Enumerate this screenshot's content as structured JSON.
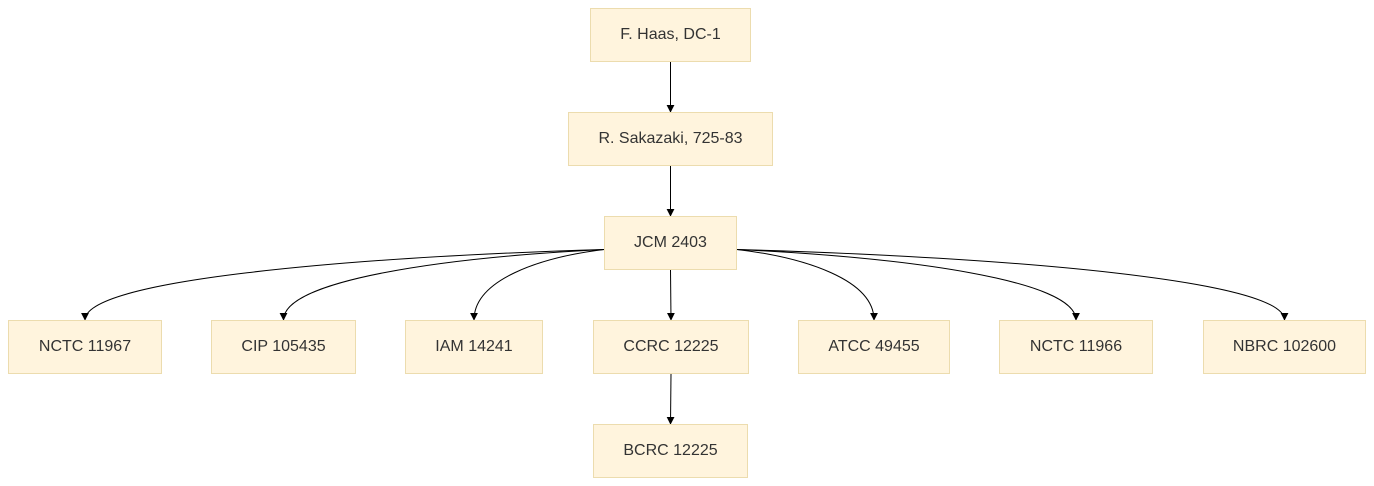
{
  "diagram": {
    "type": "flowchart",
    "colors": {
      "node_fill": "#fff4dd",
      "node_border": "#ecdcae",
      "edge": "#000000",
      "text": "#333333"
    },
    "nodes": {
      "haas": "F. Haas, DC-1",
      "sakazaki": "R. Sakazaki, 725-83",
      "jcm": "JCM 2403",
      "nctc11967": "NCTC 11967",
      "cip": "CIP 105435",
      "iam": "IAM 14241",
      "ccrc": "CCRC 12225",
      "atcc": "ATCC 49455",
      "nctc11966": "NCTC 11966",
      "nbrc": "NBRC 102600",
      "bcrc": "BCRC 12225"
    },
    "edges": [
      [
        "haas",
        "sakazaki"
      ],
      [
        "sakazaki",
        "jcm"
      ],
      [
        "jcm",
        "nctc11967"
      ],
      [
        "jcm",
        "cip"
      ],
      [
        "jcm",
        "iam"
      ],
      [
        "jcm",
        "ccrc"
      ],
      [
        "jcm",
        "atcc"
      ],
      [
        "jcm",
        "nctc11966"
      ],
      [
        "jcm",
        "nbrc"
      ],
      [
        "ccrc",
        "bcrc"
      ]
    ]
  }
}
